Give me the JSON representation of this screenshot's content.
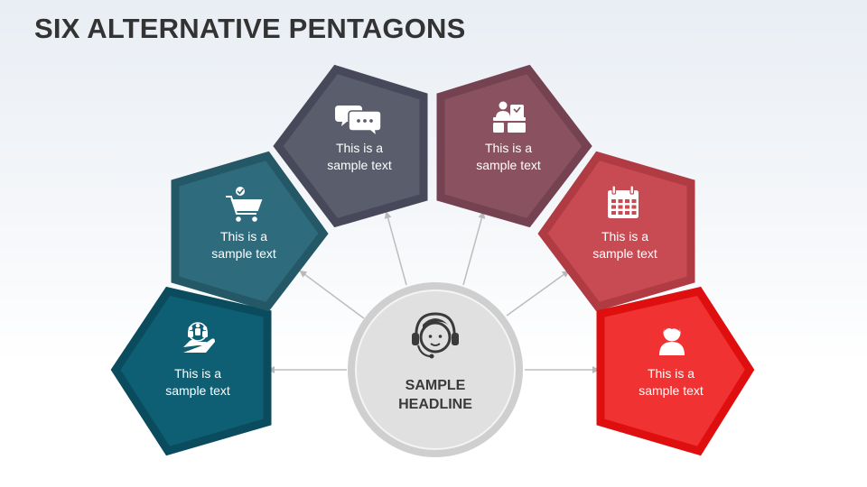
{
  "title": "SIX ALTERNATIVE PENTAGONS",
  "hub": {
    "line1": "SAMPLE",
    "line2": "HEADLINE",
    "icon": "headset-agent-icon"
  },
  "pentagons": [
    {
      "line1": "This is a",
      "line2": "sample text",
      "icon": "people-in-hand-icon",
      "color": "#0e5f74",
      "border": "#0a4c5e"
    },
    {
      "line1": "This is a",
      "line2": "sample text",
      "icon": "shopping-cart-icon",
      "color": "#2e6b7c",
      "border": "#245867"
    },
    {
      "line1": "This is a",
      "line2": "sample text",
      "icon": "chat-bubbles-icon",
      "color": "#5a5d6c",
      "border": "#47495a"
    },
    {
      "line1": "This is a",
      "line2": "sample text",
      "icon": "meeting-people-icon",
      "color": "#8a5260",
      "border": "#744250"
    },
    {
      "line1": "This is a",
      "line2": "sample text",
      "icon": "calendar-icon",
      "color": "#c84a52",
      "border": "#b03b43"
    },
    {
      "line1": "This is a",
      "line2": "sample text",
      "icon": "user-icon",
      "color": "#f03232",
      "border": "#e00f0f"
    }
  ]
}
